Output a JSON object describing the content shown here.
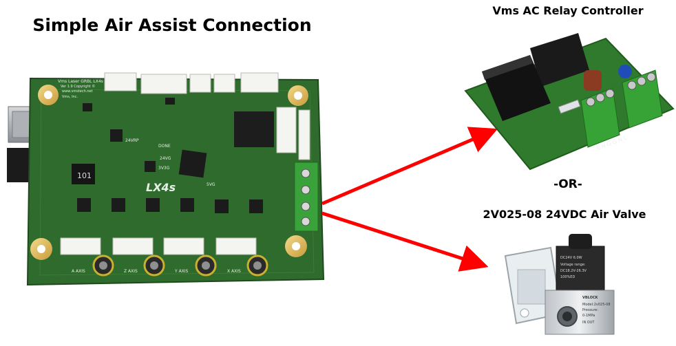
{
  "title": "Simple Air Assist Connection",
  "board": {
    "name": "LX4s",
    "silk_top": "Vms Laser GRBL LX4s",
    "silk_ver": "Ver 1.9  Copyright ©",
    "silk_url": "www.vmstech.net",
    "silk_company": "Vms, Inc.",
    "label_24vrp": "24VRP",
    "label_done": "DONE",
    "label_24vg": "24VG",
    "label_3v3g": "3V3G",
    "label_5vg": "5VG",
    "inductor": "101",
    "axis_labels": [
      "A AXIS",
      "Z AXIS",
      "Y AXIS",
      "X AXIS"
    ]
  },
  "relay": {
    "title": "Vms AC Relay Controller",
    "terminal_labels": "L  N  G    G  N  L"
  },
  "separator": "-OR-",
  "valve": {
    "title": "2V025-08 24VDC Air Valve",
    "brand": "VBLOCK",
    "coil_text": [
      "DC24V   6.0W",
      "Voltage range:",
      "DC18.2V-26.3V",
      "100%ED"
    ],
    "body_text": [
      "Model:2v025-08",
      "Pressure:",
      "0-1MPa",
      "IN  OUT"
    ]
  },
  "colors": {
    "arrow": "#ff0000",
    "pcb": "#2f6b2c",
    "pcb_dark": "#234f21",
    "terminal": "#3aa23a"
  }
}
